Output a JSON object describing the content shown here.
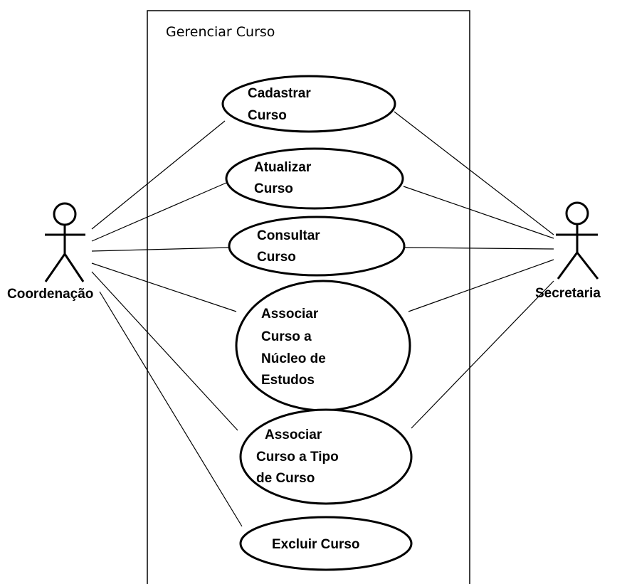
{
  "system": {
    "title": "Gerenciar Curso"
  },
  "actors": {
    "left": {
      "name": "Coordenação"
    },
    "right": {
      "name": "Secretaria"
    }
  },
  "use_cases": [
    {
      "id": "cadastrar",
      "lines": [
        "Cadastrar",
        "Curso"
      ]
    },
    {
      "id": "atualizar",
      "lines": [
        "Atualizar",
        "Curso"
      ]
    },
    {
      "id": "consultar",
      "lines": [
        "Consultar",
        "Curso"
      ]
    },
    {
      "id": "associar-nucleo",
      "lines": [
        "Associar",
        "Curso a",
        "Núcleo de",
        "Estudos"
      ]
    },
    {
      "id": "associar-tipo",
      "lines": [
        "Associar",
        "Curso a Tipo",
        "de Curso"
      ]
    },
    {
      "id": "excluir",
      "lines": [
        "Excluir Curso"
      ]
    }
  ],
  "associations": {
    "left": [
      "cadastrar",
      "atualizar",
      "consultar",
      "associar-nucleo",
      "associar-tipo",
      "excluir"
    ],
    "right": [
      "cadastrar",
      "atualizar",
      "consultar",
      "associar-nucleo",
      "associar-tipo"
    ]
  }
}
